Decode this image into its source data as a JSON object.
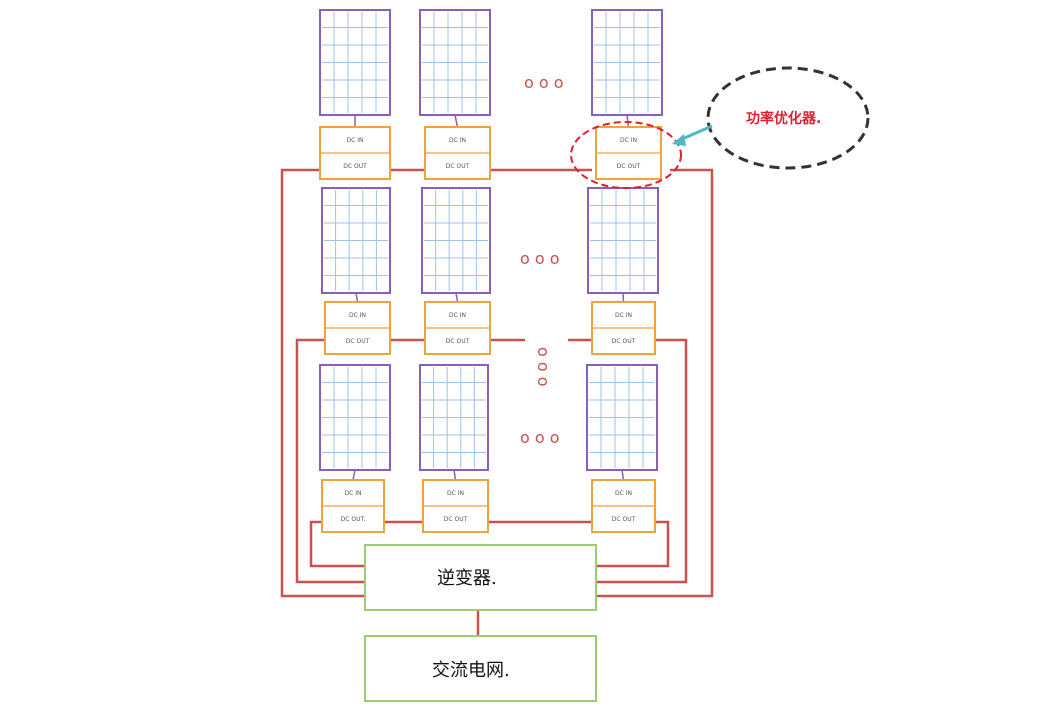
{
  "optimizer_callout": {
    "label": "功率优化器."
  },
  "inverter": {
    "label": "逆变器."
  },
  "grid": {
    "label": "交流电网."
  },
  "ellipsis_glyph": "o o o",
  "rows": [
    {
      "modules": [
        {
          "in_label": "DC IN",
          "out_label": "DC OUT"
        },
        {
          "in_label": "DC IN",
          "out_label": "DC OUT"
        },
        {
          "in_label": "DC IN",
          "out_label": "DC OUT"
        }
      ]
    },
    {
      "modules": [
        {
          "in_label": "DC IN",
          "out_label": "DC OUT"
        },
        {
          "in_label": "DC IN",
          "out_label": "DC OUT"
        },
        {
          "in_label": "DC IN",
          "out_label": "DC OUT"
        }
      ]
    },
    {
      "modules": [
        {
          "in_label": "DC IN",
          "out_label": "DC OUT."
        },
        {
          "in_label": "DC IN",
          "out_label": "DC OUT"
        },
        {
          "in_label": "DC IN",
          "out_label": "DC OUT"
        }
      ]
    }
  ],
  "colors": {
    "panel_border": "#8a5fb8",
    "panel_grid": "#9fc2e8",
    "optimizer_border": "#f0a23c",
    "wire": "#c8524f",
    "box_border": "#9bcf6a",
    "callout_text": "#e02030",
    "callout_arrow": "#4db8c8"
  }
}
